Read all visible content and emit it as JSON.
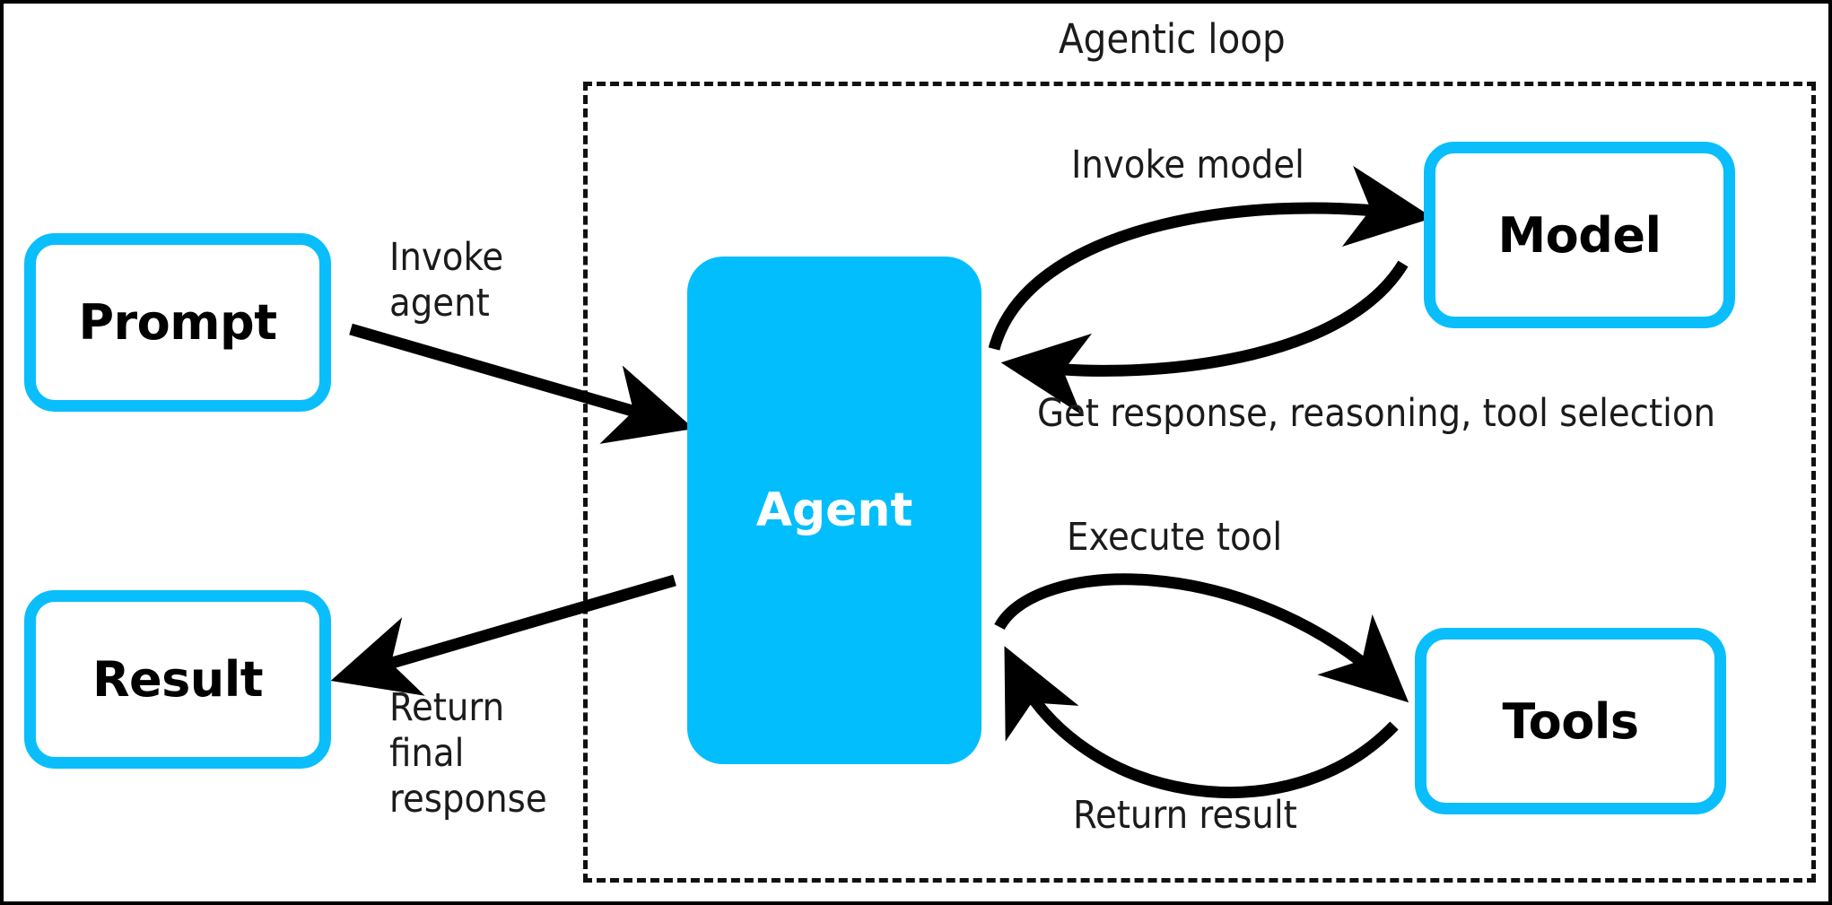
{
  "diagram": {
    "title": "Agentic loop",
    "container_label": "Agentic loop",
    "accent_color": "#0ABEFB",
    "agent_fill_color": "#03BEFC",
    "text_color": "#1b1b1b",
    "frame_color": "#000000"
  },
  "nodes": {
    "prompt": {
      "label": "Prompt",
      "style": "outlined"
    },
    "result": {
      "label": "Result",
      "style": "outlined"
    },
    "agent": {
      "label": "Agent",
      "style": "filled"
    },
    "model": {
      "label": "Model",
      "style": "outlined"
    },
    "tools": {
      "label": "Tools",
      "style": "outlined"
    }
  },
  "edges": {
    "invoke_agent": {
      "label": "Invoke\nagent",
      "from": "prompt",
      "to": "agent"
    },
    "return_final_response": {
      "label": "Return\nfinal\nresponse",
      "from": "agent",
      "to": "result"
    },
    "invoke_model": {
      "label": "Invoke model",
      "from": "agent",
      "to": "model"
    },
    "get_response": {
      "label": "Get response, reasoning, tool selection",
      "from": "model",
      "to": "agent"
    },
    "execute_tool": {
      "label": "Execute tool",
      "from": "agent",
      "to": "tools"
    },
    "return_result": {
      "label": "Return result",
      "from": "tools",
      "to": "agent"
    }
  }
}
